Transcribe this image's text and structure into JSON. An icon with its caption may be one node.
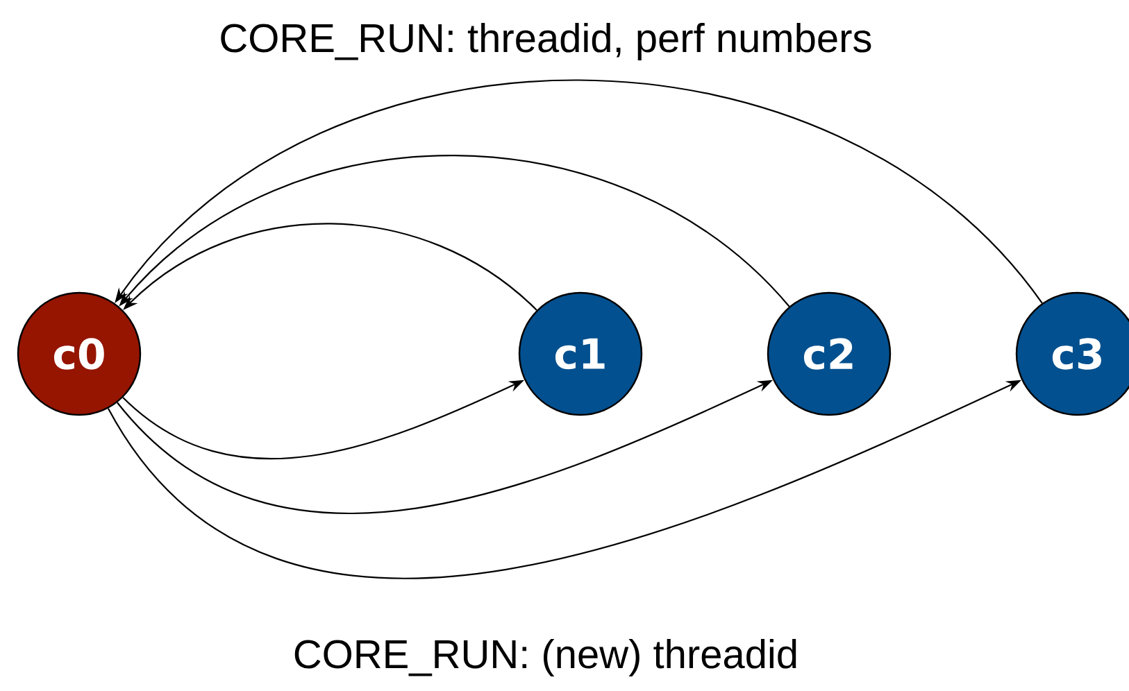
{
  "diagram": {
    "nodes": [
      {
        "text": [
          "c0"
        ]
      },
      {
        "text": [
          "c1"
        ]
      },
      {
        "text": [
          "c2"
        ]
      },
      {
        "text": [
          "c3"
        ]
      }
    ],
    "edges": [
      {
        "from": 1,
        "to": 0,
        "arrow": "to"
      },
      {
        "from": 2,
        "to": 0,
        "arrow": "to"
      },
      {
        "from": 3,
        "to": 0,
        "arrow": "to"
      },
      {
        "from": 0,
        "to": 1,
        "arrow": "to"
      },
      {
        "from": 0,
        "to": 2,
        "arrow": "to"
      },
      {
        "from": 0,
        "to": 3,
        "arrow": "to"
      }
    ],
    "labels": [
      "CORE_RUN: threadid, perf numbers",
      "CORE_RUN: (new) threadid"
    ]
  }
}
